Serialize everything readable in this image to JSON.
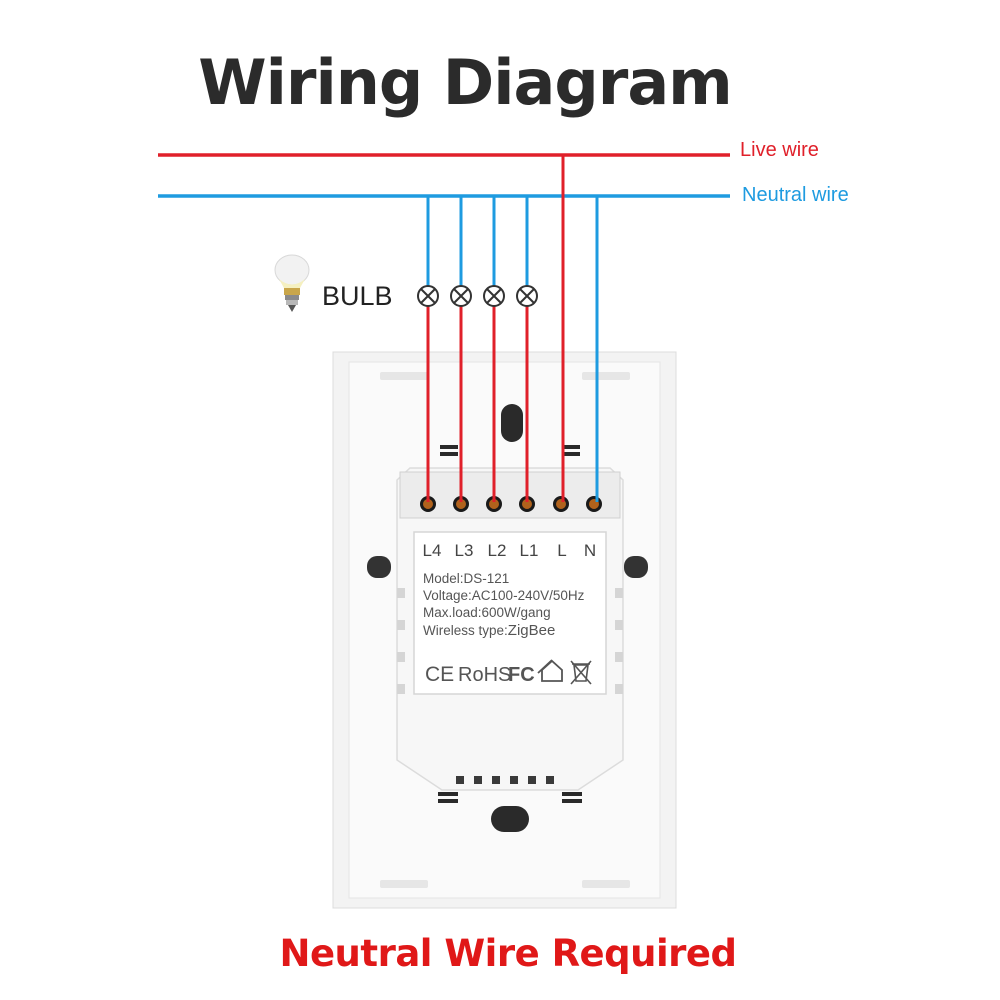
{
  "title": "Wiring Diagram",
  "legend": {
    "live_wire": "Live wire",
    "neutral_wire": "Neutral wire"
  },
  "bulb_label": "BULB",
  "terminals": [
    "L4",
    "L3",
    "L2",
    "L1",
    "L",
    "N"
  ],
  "device_label": {
    "model": "Model:DS-121",
    "voltage": "Voltage:AC100-240V/50Hz",
    "max_load": "Max.load:600W/gang",
    "wireless_prefix": "Wireless type:",
    "wireless_value": "ZigBee",
    "certifications": [
      "CE",
      "RoHS",
      "FC"
    ]
  },
  "footer": "Neutral Wire Required",
  "colors": {
    "live": "#e0202a",
    "neutral": "#1e9be0",
    "title": "#2b2b2b",
    "footer": "#e01818"
  },
  "icons": [
    "bulb-icon",
    "lamp-symbol-icon",
    "house-icon",
    "weee-bin-icon"
  ]
}
